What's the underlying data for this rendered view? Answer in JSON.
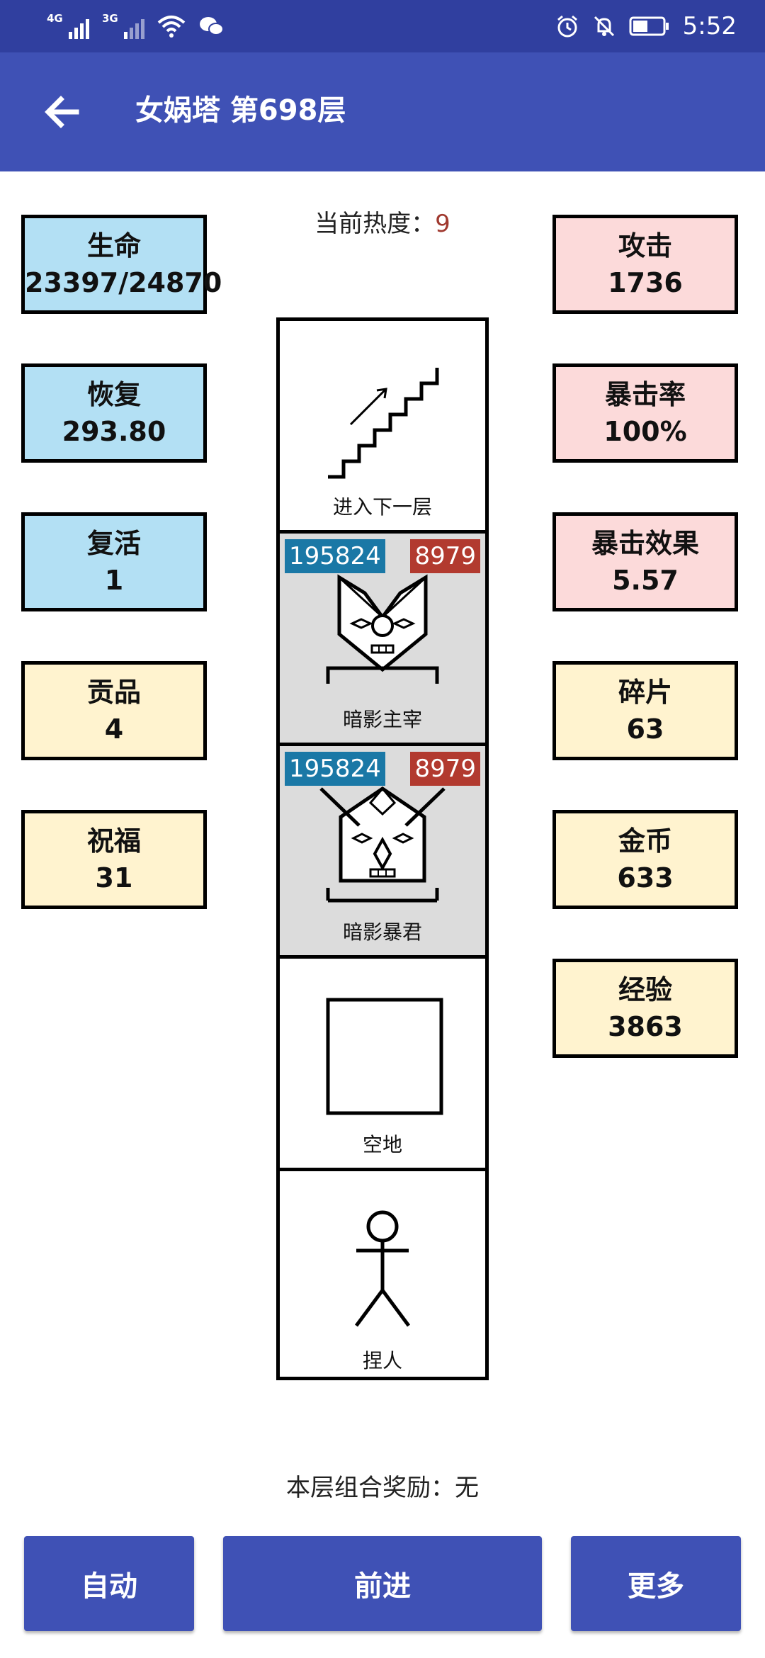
{
  "status_bar": {
    "signal1": "4G",
    "signal2": "3G",
    "time": "5:52",
    "icons": [
      "signal-4g-icon",
      "signal-3g-icon",
      "wifi-icon",
      "wechat-icon",
      "alarm-icon",
      "mute-icon",
      "battery-icon"
    ]
  },
  "app_bar": {
    "back_icon": "arrow-left-icon",
    "title": "女娲塔 第698层"
  },
  "heat": {
    "label": "当前热度：",
    "value": "9"
  },
  "left_stats": [
    {
      "label": "生命",
      "value": "23397/24870"
    },
    {
      "label": "恢复",
      "value": "293.80"
    },
    {
      "label": "复活",
      "value": "1"
    },
    {
      "label": "贡品",
      "value": "4"
    },
    {
      "label": "祝福",
      "value": "31"
    }
  ],
  "right_stats": [
    {
      "label": "攻击",
      "value": "1736"
    },
    {
      "label": "暴击率",
      "value": "100%"
    },
    {
      "label": "暴击效果",
      "value": "5.57"
    },
    {
      "label": "碎片",
      "value": "63"
    },
    {
      "label": "金币",
      "value": "633"
    },
    {
      "label": "经验",
      "value": "3863"
    }
  ],
  "tower": [
    {
      "name": "进入下一层",
      "icon": "stairs-icon"
    },
    {
      "name": "暗影主宰",
      "hp": "195824",
      "attack": "8979",
      "icon": "shadow-lord-icon"
    },
    {
      "name": "暗影暴君",
      "hp": "195824",
      "attack": "8979",
      "icon": "shadow-tyrant-icon"
    },
    {
      "name": "空地",
      "icon": "empty-square-icon"
    },
    {
      "name": "捏人",
      "icon": "stick-figure-icon"
    }
  ],
  "reward": {
    "label": "本层组合奖励：",
    "value": "无"
  },
  "buttons": {
    "auto": "自动",
    "forward": "前进",
    "more": "更多"
  },
  "colors": {
    "status_bar": "#303f9f",
    "app_bar": "#3f51b5",
    "defense_stat": "#b3e0f4",
    "offense_stat": "#fcdada",
    "resource_stat": "#fff3cf",
    "enemy_hp": "#1a78a6",
    "enemy_attack": "#b23a2f",
    "heat_value": "#a0392f"
  }
}
